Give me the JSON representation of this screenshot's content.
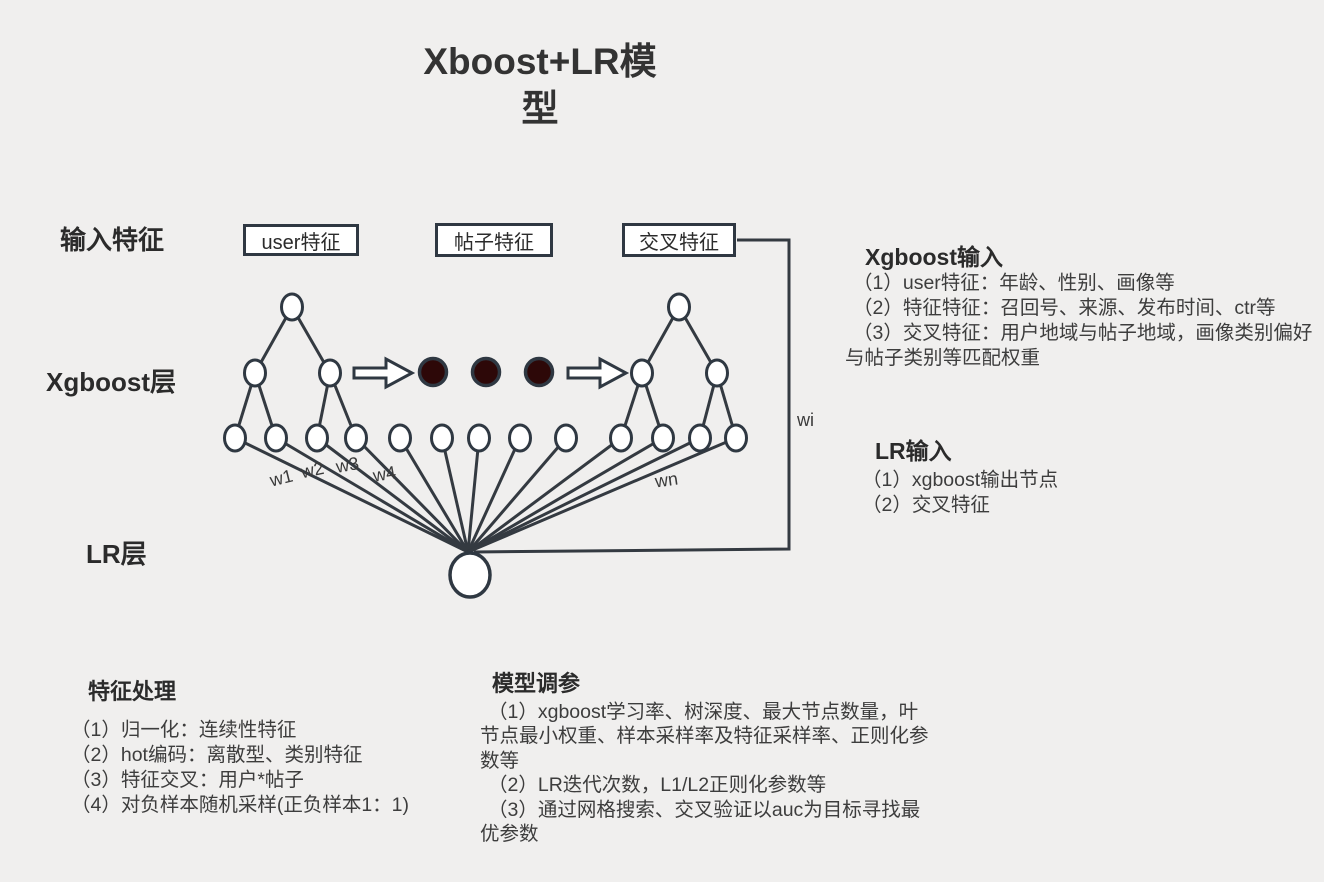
{
  "title": {
    "line1": "Xboost+LR模",
    "line2": "型",
    "full": "Xboost+LR模型"
  },
  "layer_labels": {
    "input": "输入特征",
    "xgboost": "Xgboost层",
    "lr": "LR层"
  },
  "feature_boxes": {
    "user": "user特征",
    "post": "帖子特征",
    "cross": "交叉特征"
  },
  "weights": {
    "w1": "w1",
    "w2": "w2",
    "w3": "w3",
    "w4": "w4",
    "wn": "wn",
    "wi": "wi"
  },
  "xgboost_input": {
    "title": "Xgboost输入",
    "items": [
      "（1）user特征：年龄、性别、画像等",
      "（2）特征特征：召回号、来源、发布时间、ctr等",
      "（3）交叉特征：用户地域与帖子地域，画像类别偏好与帖子类别等匹配权重"
    ]
  },
  "lr_input": {
    "title": "LR输入",
    "items": [
      "（1）xgboost输出节点",
      "（2）交叉特征"
    ]
  },
  "feature_processing": {
    "title": "特征处理",
    "items": [
      "（1）归一化：连续性特征",
      "（2）hot编码：离散型、类别特征",
      "（3）特征交叉：用户*帖子",
      "（4）对负样本随机采样(正负样本1：1)"
    ]
  },
  "model_tuning": {
    "title": "模型调参",
    "items": [
      "（1）xgboost学习率、树深度、最大节点数量，叶节点最小权重、样本采样率及特征采样率、正则化参数等",
      "（2）LR迭代次数，L1/L2正则化参数等",
      "（3）通过网格搜索、交叉验证以auc为目标寻找最优参数"
    ]
  },
  "colors": {
    "background": "#f0efee",
    "node_stroke": "#2f3842",
    "node_fill": "#ffffff",
    "edge": "#343a41",
    "ellipsis_dot_fill": "#2d0808",
    "text": "#3b3b3b"
  }
}
